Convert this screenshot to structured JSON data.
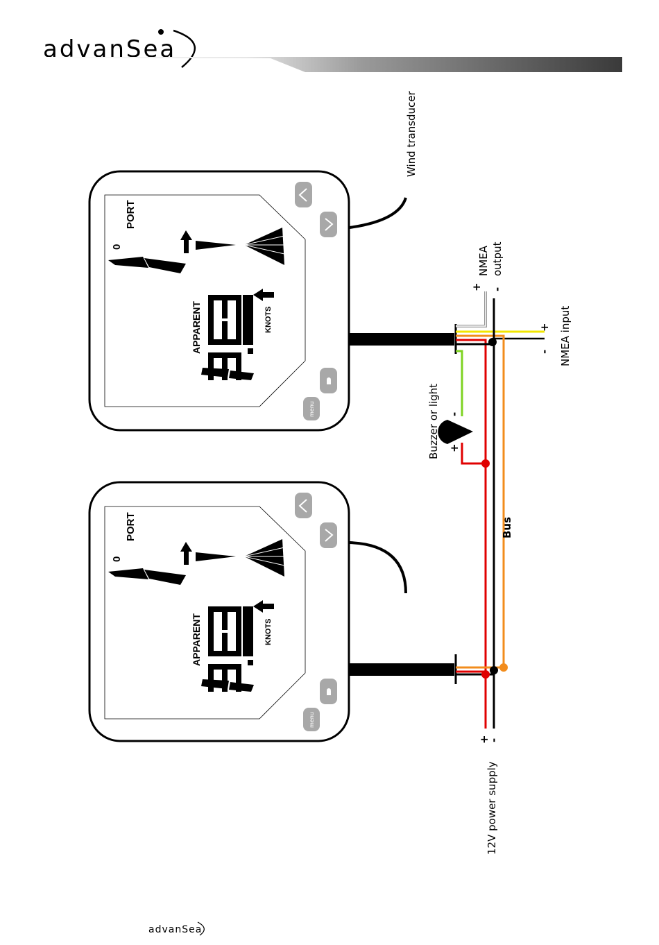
{
  "header": {
    "brand": "advanSea"
  },
  "footer": {
    "brand": "advanSea"
  },
  "labels": {
    "wind_transducer": "Wind transducer",
    "nmea_output_line1": "NMEA",
    "nmea_output_line2": "output",
    "nmea_output_plus": "+",
    "nmea_output_minus": "-",
    "nmea_input": "NMEA input",
    "nmea_input_plus": "+",
    "nmea_input_minus": "-",
    "buzzer_or_light": "Buzzer or light",
    "buzzer_plus": "+",
    "buzzer_minus": "-",
    "bus": "Bus",
    "power_supply": "12V power supply",
    "power_plus": "+",
    "power_minus": "-"
  },
  "instruments": [
    {
      "port_label": "PORT",
      "apparent_label": "APPARENT",
      "knots_label": "KNOTS",
      "zero_label": "0",
      "menu_label": "menu"
    },
    {
      "port_label": "PORT",
      "apparent_label": "APPARENT",
      "knots_label": "KNOTS",
      "zero_label": "0",
      "menu_label": "menu"
    }
  ],
  "colors": {
    "power_positive": "#e00000",
    "ground": "#000000",
    "bus": "#f28c1c",
    "nmea_input_positive": "#f2e600",
    "buzzer_negative": "#7ed321",
    "nmea_output": "#9a9a9a"
  }
}
